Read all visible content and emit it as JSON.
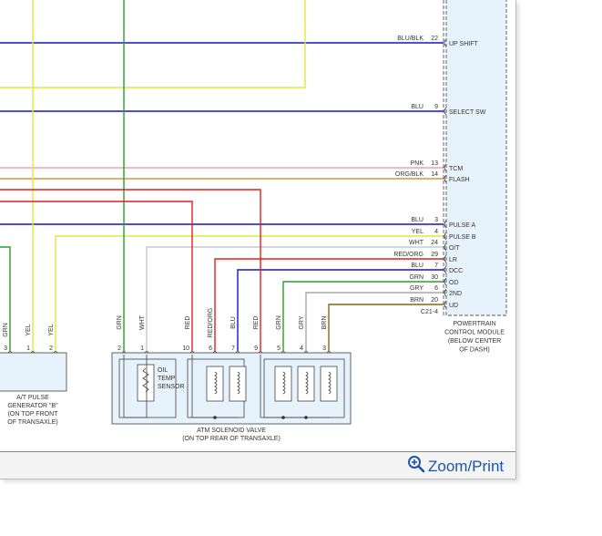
{
  "ecm_pins": [
    {
      "color": "BLU/BLK",
      "num": "22",
      "label": "UP SHIFT"
    },
    {
      "color": "BLU",
      "num": "9",
      "label": "SELECT SW"
    },
    {
      "color": "PNK",
      "num": "13",
      "label": "TCM"
    },
    {
      "color": "ORG/BLK",
      "num": "14",
      "label": "FLASH"
    },
    {
      "color": "BLU",
      "num": "3",
      "label": "PULSE A"
    },
    {
      "color": "YEL",
      "num": "4",
      "label": "PULSE B"
    },
    {
      "color": "WHT",
      "num": "24",
      "label": "O/T"
    },
    {
      "color": "RED/ORG",
      "num": "29",
      "label": "LR"
    },
    {
      "color": "BLU",
      "num": "7",
      "label": "DCC"
    },
    {
      "color": "GRN",
      "num": "30",
      "label": "OD"
    },
    {
      "color": "GRY",
      "num": "6",
      "label": "2ND"
    },
    {
      "color": "BRN",
      "num": "20",
      "label": "UD"
    }
  ],
  "connector_ref": "C21-4",
  "ecm_title": [
    "POWERTRAIN",
    "CONTROL MODULE",
    "(BELOW CENTER",
    "OF DASH)"
  ],
  "pulse_gen": {
    "pins": [
      {
        "num": "3",
        "color": "GRN"
      },
      {
        "num": "1",
        "color": "YEL"
      },
      {
        "num": "2",
        "color": "YEL"
      }
    ],
    "caption": [
      "A/T PULSE",
      "GENERATOR \"B\"",
      "(ON TOP FRONT",
      "OF TRANSAXLE)"
    ]
  },
  "solenoid": {
    "pins": [
      {
        "num": "2",
        "color": "GRN"
      },
      {
        "num": "1",
        "color": "WHT"
      },
      {
        "num": "10",
        "color": "RED"
      },
      {
        "num": "6",
        "color": "RED/ORG"
      },
      {
        "num": "7",
        "color": "BLU"
      },
      {
        "num": "9",
        "color": "RED"
      },
      {
        "num": "5",
        "color": "GRN"
      },
      {
        "num": "4",
        "color": "GRY"
      },
      {
        "num": "3",
        "color": "BRN"
      }
    ],
    "sensor_label": [
      "OIL",
      "TEMP",
      "SENSOR"
    ],
    "caption": [
      "ATM SOLENOID VALVE",
      "(ON TOP REAR OF TRANSAXLE)"
    ]
  },
  "colors": {
    "blue": "#1414c8",
    "yellow": "#e6e63c",
    "green": "#28a028",
    "pink": "#f0a0a8",
    "orange": "#d8963c",
    "red": "#e01e1e",
    "white_wire": "#c8c8c8",
    "gray": "#a8a8a8",
    "brown": "#8c6414",
    "module_fill": "#e6f2fc",
    "link": "#1c55a8"
  },
  "zoom": {
    "label": "Zoom/Print",
    "icon": "magnifier-plus-icon"
  }
}
